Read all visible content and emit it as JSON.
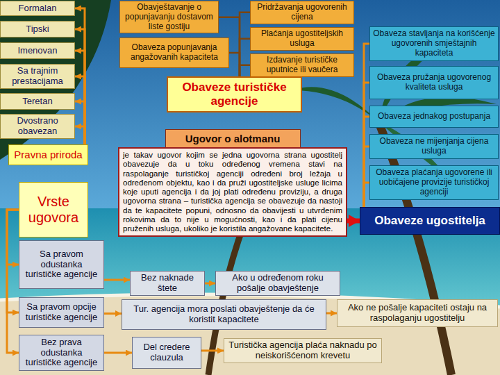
{
  "diagram": {
    "nodes": [
      {
        "text": [
          "Formalan"
        ]
      },
      {
        "text": [
          "Tipski"
        ]
      },
      {
        "text": [
          "Imenovan"
        ]
      },
      {
        "text": [
          "Sa trajnim prestacijama"
        ]
      },
      {
        "text": [
          "Teretan"
        ]
      },
      {
        "text": [
          "Dvostrano obavezan"
        ]
      },
      {
        "text": [
          "Pravna priroda"
        ]
      },
      {
        "text": [
          "Vrste ugovora"
        ]
      },
      {
        "text": [
          "Sa pravom odustanka turističke agencije"
        ]
      },
      {
        "text": [
          "Sa pravom opcije turističke agencije"
        ]
      },
      {
        "text": [
          "Bez prava odustanka turističke agencije"
        ]
      },
      {
        "text": [
          "Obavještavanje o popunjavanju dostavom liste gostiju"
        ]
      },
      {
        "text": [
          "Obaveza popunjavanja angažovanih kapaciteta"
        ]
      },
      {
        "text": [
          "Pridržavanja ugovorenih cijena"
        ]
      },
      {
        "text": [
          "Plaćanja ugostiteljskih usluga"
        ]
      },
      {
        "text": [
          "Izdavanje turističke uputnice ili vaučera"
        ]
      },
      {
        "text": [
          "Obaveze turističke agencije"
        ]
      },
      {
        "text": [
          "Obaveza stavljanja na korišćenje ugovorenih smještajnih kapaciteta"
        ]
      },
      {
        "text": [
          "Obaveza pružanja ugovorenog kvaliteta usluga"
        ]
      },
      {
        "text": [
          "Obaveza jednakog postupanja"
        ]
      },
      {
        "text": [
          "Obaveza ne mijenjanja cijena usluga"
        ]
      },
      {
        "text": [
          "Obaveza plaćanja ugovorene ili uobičajene provizije turističkoj agenciji"
        ]
      },
      {
        "text": [
          "Ugovor o alotmanu",
          "je takav ugovor kojim se jedna ugovorna strana ugostitelj obavezuje da u toku određenog vremena stavi na raspolaganje turističkoj agenciji određeni broj ležaja u određenom objektu, kao i da pruži ugostiteljske usluge licima koje uputi agencija i da joj plati određenu proviziju, a druga ugovorna strana – turistička agencija se obavezuje da nastoji da te kapacitete popuni, odnosno da obavijesti u utvrđenim rokovima da to nije u mogućnosti, kao i da plati cijenu pruženih usluga, ukoliko je koristila angažovane kapacitete."
        ]
      },
      {
        "text": [
          "Obaveze ugostitelja"
        ]
      },
      {
        "text": [
          "Bez naknade štete"
        ]
      },
      {
        "text": [
          "Ako u određenom roku pošalje obavještenje"
        ]
      },
      {
        "text": [
          "Tur. agencija mora poslati obavještenje da će koristit kapacitete"
        ]
      },
      {
        "text": [
          "Ako ne pošalje kapaciteti ostaju na raspolaganju ugostitelju"
        ]
      },
      {
        "text": [
          "Del credere clauzula"
        ]
      },
      {
        "text": [
          "Turistička agencija plaća naknadu po neiskorišćenom krevetu"
        ]
      }
    ],
    "edges": [
      {
        "from": 6,
        "to": 0,
        "arrow": "to"
      },
      {
        "from": 6,
        "to": 1,
        "arrow": "to"
      },
      {
        "from": 6,
        "to": 2,
        "arrow": "to"
      },
      {
        "from": 6,
        "to": 3,
        "arrow": "to"
      },
      {
        "from": 6,
        "to": 4,
        "arrow": "to"
      },
      {
        "from": 6,
        "to": 5,
        "arrow": "to"
      },
      {
        "from": 7,
        "to": 8,
        "arrow": "to"
      },
      {
        "from": 7,
        "to": 9,
        "arrow": "to"
      },
      {
        "from": 7,
        "to": 10,
        "arrow": "to"
      },
      {
        "from": 8,
        "to": 24,
        "arrow": "to"
      },
      {
        "from": 24,
        "to": 25,
        "arrow": "to"
      },
      {
        "from": 9,
        "to": 26,
        "arrow": "to"
      },
      {
        "from": 26,
        "to": 27,
        "arrow": "to"
      },
      {
        "from": 10,
        "to": 28,
        "arrow": "to"
      },
      {
        "from": 28,
        "to": 29,
        "arrow": "to"
      },
      {
        "from": 16,
        "to": 11,
        "arrow": "none"
      },
      {
        "from": 16,
        "to": 12,
        "arrow": "none"
      },
      {
        "from": 16,
        "to": 13,
        "arrow": "none"
      },
      {
        "from": 16,
        "to": 14,
        "arrow": "none"
      },
      {
        "from": 16,
        "to": 15,
        "arrow": "none"
      },
      {
        "from": 22,
        "to": 23,
        "arrow": "to"
      },
      {
        "from": 23,
        "to": 17,
        "arrow": "none"
      },
      {
        "from": 23,
        "to": 18,
        "arrow": "none"
      },
      {
        "from": 23,
        "to": 19,
        "arrow": "none"
      },
      {
        "from": 23,
        "to": 20,
        "arrow": "none"
      },
      {
        "from": 23,
        "to": 21,
        "arrow": "none"
      }
    ]
  }
}
